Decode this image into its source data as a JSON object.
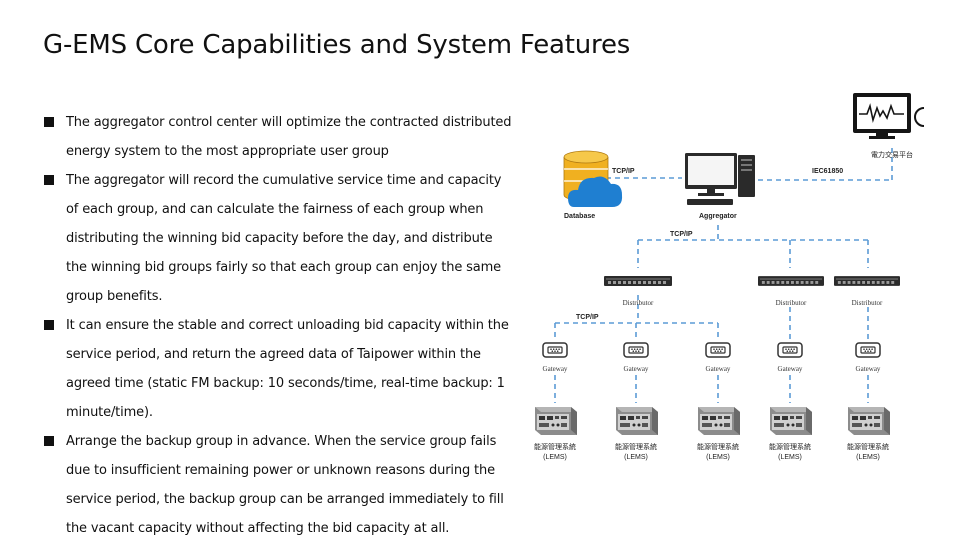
{
  "slide": {
    "title": "G-EMS Core Capabilities and System Features",
    "bullets": [
      "The aggregator control center will optimize the contracted distributed energy system to the most appropriate user group",
      "The aggregator will record the cumulative service time and capacity of each group, and can calculate the fairness of each group when distributing the winning bid capacity before the day, and distribute the winning bid groups fairly so that each group can enjoy the same group benefits.",
      "It can ensure the stable and correct unloading bid capacity within the service period, and return the agreed data of Taipower within the agreed time (static FM backup: 10 seconds/time, real-time backup: 1 minute/time).",
      "Arrange the backup group in advance. When the service group fails due to insufficient remaining power or unknown reasons during the service period, the backup group can be arranged immediately to fill the vacant capacity without affecting the bid capacity at all."
    ]
  },
  "diagram": {
    "nodes": {
      "database": "Database",
      "aggregator": "Aggregator",
      "platform": "電力交易平台",
      "distributors": [
        "Distributor",
        "Distributor",
        "Distributor"
      ],
      "gateways": [
        "Gateway",
        "Gateway",
        "Gateway",
        "Gateway",
        "Gateway"
      ],
      "lems": [
        {
          "line1": "能源管理系統",
          "line2": "(LEMS)"
        },
        {
          "line1": "能源管理系統",
          "line2": "(LEMS)"
        },
        {
          "line1": "能源管理系統",
          "line2": "(LEMS)"
        },
        {
          "line1": "能源管理系統",
          "line2": "(LEMS)"
        },
        {
          "line1": "能源管理系統",
          "line2": "(LEMS)"
        }
      ]
    },
    "links": {
      "db_aggregator": "TCP/IP",
      "aggregator_platform": "IEC61850",
      "aggregator_distributors": "TCP/IP",
      "distributor_gateways": "TCP/IP"
    },
    "colors": {
      "link": "#5b9bd5",
      "cloud": "#1f7fd1",
      "database": "#f0b020"
    }
  }
}
